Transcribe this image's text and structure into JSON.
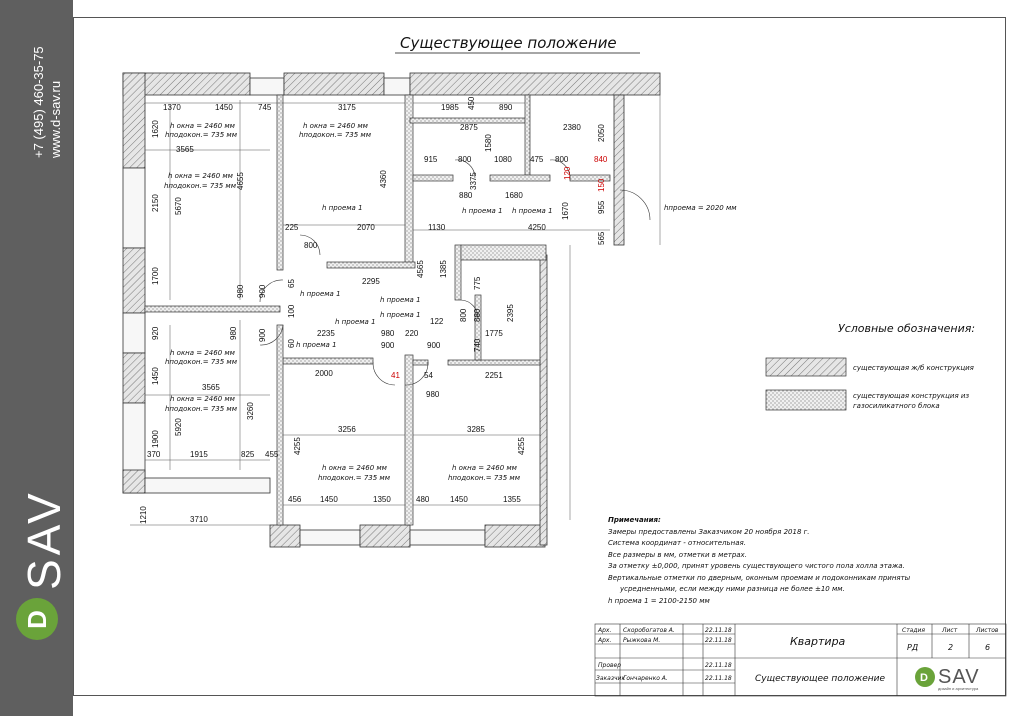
{
  "sidebar": {
    "phone": "+7 (495) 460-35-75",
    "site": "www.d-sav.ru",
    "logo_text": "SAV",
    "logo_mark": "D"
  },
  "drawing": {
    "title": "Существующее положение",
    "window_labels": {
      "h_window": "h окна = 2460 мм",
      "h_sill": "hподокон.= 735 мм"
    },
    "opening_label": "h проема 1",
    "opening_2020": "hпроема = 2020 мм",
    "dimensions": {
      "d1370": "1370",
      "d1450a": "1450",
      "d745": "745",
      "d3175": "3175",
      "d1985": "1985",
      "d450": "450",
      "d890": "890",
      "d1620": "1620",
      "d2875": "2875",
      "d2380": "2380",
      "d2050": "2050",
      "d3565a": "3565",
      "d4655": "4655",
      "d4360": "4360",
      "d1580": "1580",
      "d915": "915",
      "d800a": "800",
      "d1080": "1080",
      "d475": "475",
      "d800b": "800",
      "d840": "840",
      "d120": "120",
      "d150": "150",
      "d3375": "3375",
      "d880": "880",
      "d1680": "1680",
      "d955": "955",
      "d1670": "1670",
      "d2150": "2150",
      "d5670": "5670",
      "d225": "225",
      "d2070": "2070",
      "d1130": "1130",
      "d4250a": "4250",
      "d565": "565",
      "d800c": "800",
      "d1700": "1700",
      "d2295": "2295",
      "d4565": "4565",
      "d1385": "1385",
      "d980a": "980",
      "d900a": "900",
      "d65": "65",
      "d775": "775",
      "d2395": "2395",
      "d100": "100",
      "d800d": "800",
      "d880b": "880",
      "d980b": "980",
      "d920": "920",
      "d2235": "2235",
      "d980c": "980",
      "d220": "220",
      "d122": "122",
      "d1775": "1775",
      "d900b": "900",
      "d60": "60",
      "d900c": "900",
      "d900d": "900",
      "d740": "740",
      "d2000": "2000",
      "d41": "41",
      "d54": "54",
      "d2251": "2251",
      "d1450b": "1450",
      "d3565b": "3565",
      "d980d": "980",
      "d5920": "5920",
      "d3260": "3260",
      "d3256": "3256",
      "d3285": "3285",
      "d4255a": "4255",
      "d4255b": "4255",
      "d1900": "1900",
      "d370": "370",
      "d1915": "1915",
      "d825": "825",
      "d455": "455",
      "d456": "456",
      "d1450c": "1450",
      "d1350a": "1350",
      "d480": "480",
      "d1450d": "1450",
      "d1355": "1355",
      "d1210": "1210",
      "d3710": "3710"
    }
  },
  "legend": {
    "title": "Условные обозначения:",
    "item1": "существующая ж/б конструкция",
    "item2a": "существующая конструкция из",
    "item2b": "газосиликатного блока"
  },
  "notes": {
    "title": "Примечания:",
    "line1": "Замеры предоставлены Заказчиком 20 ноября 2018 г.",
    "line2": "Система координат - относительная.",
    "line3": "Все размеры в мм, отметки в метрах.",
    "line4": "За отметку ±0,000, принят уровень существующего чистого пола холла этажа.",
    "line5": "Вертикальные отметки по дверным, оконным проемам и подоконникам приняты",
    "line6": "усредненными, если между ними разница не более ±10 мм.",
    "line7": "h проема 1 = 2100-2150 мм"
  },
  "stamp": {
    "r1_role": "Арх.",
    "r1_name": "Скоробогатов А.",
    "r1_date": "22.11.18",
    "r2_role": "Арх.",
    "r2_name": "Рыжкова М.",
    "r2_date": "22.11.18",
    "r3_role": "Провер",
    "r3_date": "22.11.18",
    "r4_role": "Заказчик",
    "r4_name": "Гончаренко А.",
    "r4_date": "22.11.18",
    "object": "Квартира",
    "sheet_title": "Существующее положение",
    "h_stage": "Стадия",
    "h_sheet": "Лист",
    "h_sheets": "Листов",
    "stage": "РД",
    "sheet": "2",
    "sheets": "6",
    "logo_text": "SAV",
    "logo_sub": "дизайн и архитектура"
  },
  "colors": {
    "sidebar": "#5f5f5f",
    "logo_green": "#6aa33a",
    "wall_fill": "#cfcfcf",
    "red_dim": "#cc0000"
  }
}
